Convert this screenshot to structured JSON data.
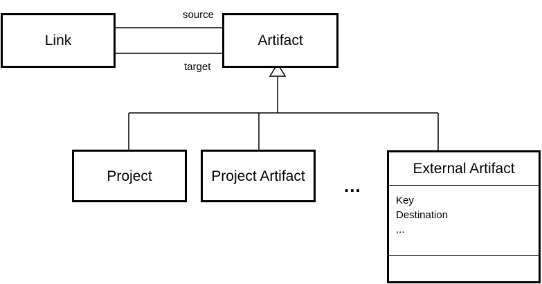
{
  "diagram": {
    "link_box": {
      "label": "Link"
    },
    "artifact_box": {
      "label": "Artifact"
    },
    "associations": {
      "source_label": "source",
      "target_label": "target"
    },
    "project_box": {
      "label": "Project"
    },
    "project_artifact_box": {
      "label": "Project Artifact"
    },
    "more_indicator": "...",
    "external_artifact": {
      "name": "External Artifact",
      "attributes": [
        "Key",
        "Destination",
        "..."
      ]
    },
    "colors": {
      "stroke": "#000000",
      "fill": "#ffffff"
    }
  }
}
